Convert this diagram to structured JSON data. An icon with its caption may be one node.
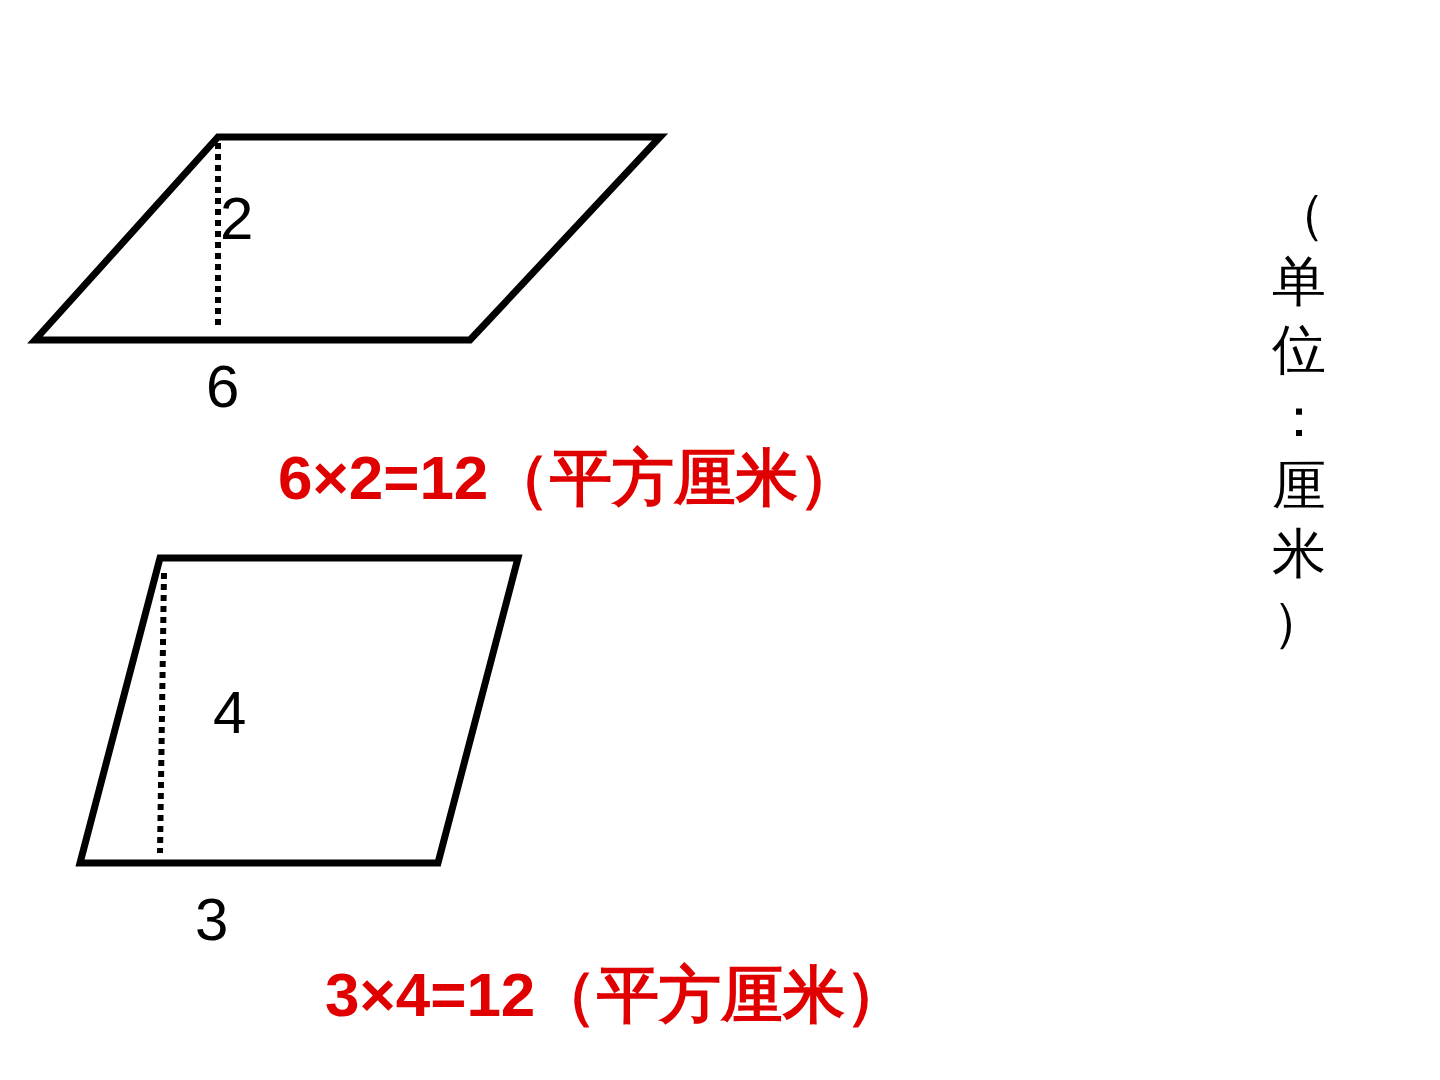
{
  "diagram": {
    "nodes": [
      {
        "text": [
          "2"
        ],
        "beside": [
          "6"
        ]
      },
      {
        "text": [
          "4"
        ],
        "beside": [
          "3"
        ]
      }
    ],
    "labels": [
      "6×2=12（平方厘米）",
      "3×4=12（平方厘米）",
      "（单位：厘米）"
    ]
  }
}
